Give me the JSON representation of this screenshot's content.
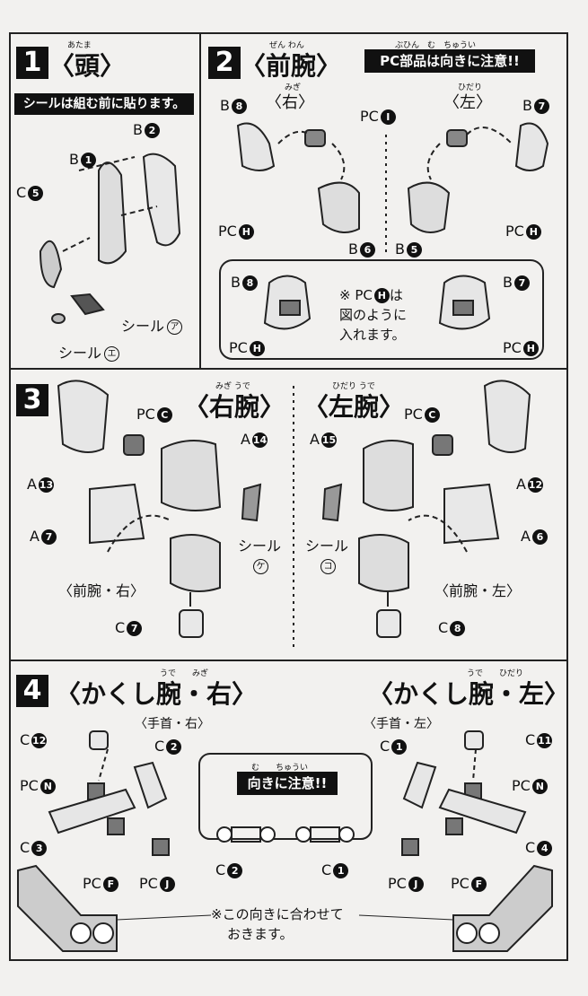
{
  "step1": {
    "num": "1",
    "title": "〈頭〉",
    "title_ruby": "あたま",
    "banner": "シールは組む前に貼ります。",
    "parts": {
      "b2": "B",
      "b2n": "2",
      "b1": "B",
      "b1n": "1",
      "c5": "C",
      "c5n": "5",
      "seal_a": "シール",
      "seal_a_mark": "ア",
      "seal_e": "シール",
      "seal_e_mark": "エ"
    }
  },
  "step2": {
    "num": "2",
    "title": "〈前腕〉",
    "title_ruby": "ぜん わん",
    "notice": "PC部品は向きに注意!!",
    "notice_ruby": "ぶひん　む　ちゅうい",
    "right": "〈右〉",
    "right_ruby": "みぎ",
    "left": "〈左〉",
    "left_ruby": "ひだり",
    "labels": {
      "b8": "B",
      "b8n": "8",
      "pci": "PC",
      "pcin": "I",
      "b7": "B",
      "b7n": "7",
      "pch": "PC",
      "pchn": "H",
      "b6": "B",
      "b6n": "6",
      "b5": "B",
      "b5n": "5"
    },
    "inset_note": [
      "※ PC",
      "H",
      "は",
      "図のように",
      "入れます。"
    ]
  },
  "step3": {
    "num": "3",
    "title_r": "〈右腕〉",
    "title_r_ruby": "みぎ うで",
    "title_l": "〈左腕〉",
    "title_l_ruby": "ひだり うで",
    "labels": {
      "pcc": "PC",
      "pccn": "C",
      "a14": "A",
      "a14n": "14",
      "a15": "A",
      "a15n": "15",
      "a13": "A",
      "a13n": "13",
      "a12": "A",
      "a12n": "12",
      "a7": "A",
      "a7n": "7",
      "a6": "A",
      "a6n": "6",
      "seal": "シール",
      "seal_k": "ケ",
      "seal_ko": "コ",
      "fore_r": "〈前腕・右〉",
      "fore_l": "〈前腕・左〉",
      "c7": "C",
      "c7n": "7",
      "c8": "C",
      "c8n": "8"
    }
  },
  "step4": {
    "num": "4",
    "title_r": "〈かくし腕・右〉",
    "title_l": "〈かくし腕・左〉",
    "title_ruby_r": "うで　　みぎ",
    "title_ruby_l": "うで　　ひだり",
    "sub_r": "〈手首・右〉",
    "sub_l": "〈手首・左〉",
    "notice": "向きに注意!!",
    "notice_ruby": "む　　ちゅうい",
    "labels": {
      "c12": "C",
      "c12n": "12",
      "c11": "C",
      "c11n": "11",
      "c2": "C",
      "c2n": "2",
      "c1": "C",
      "c1n": "1",
      "pcn": "PC",
      "pcnn": "N",
      "c3": "C",
      "c3n": "3",
      "c4": "C",
      "c4n": "4",
      "pcf": "PC",
      "pcfn": "F",
      "pcj": "PC",
      "pcjn": "J"
    },
    "bottom_note": [
      "※この向きに合わせて",
      "おきます。"
    ]
  }
}
